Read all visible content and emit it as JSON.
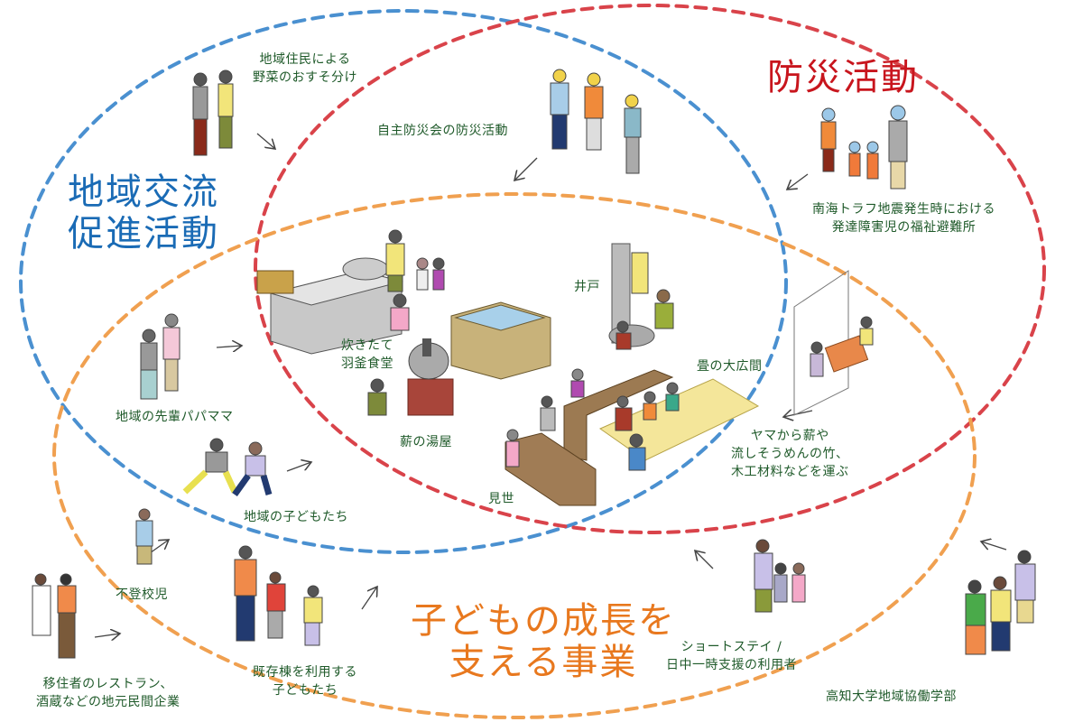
{
  "colors": {
    "community": "#4a90d0",
    "disaster": "#d9434a",
    "children": "#f0a050",
    "label": "#1f5a2a"
  },
  "titles": {
    "community": "地域交流\n促進活動",
    "disaster": "防災活動",
    "children": "子どもの成長を\n支える事業"
  },
  "labels": {
    "vegetables": "地域住民による\n野菜のおすそ分け",
    "self_defense": "自主防災会の防災活動",
    "shelter": "南海トラフ地震発生時における\n発達障害児の福祉避難所",
    "kitchen": "炊きたて\n羽釜食堂",
    "bathhouse": "薪の湯屋",
    "well": "井戸",
    "tatami": "畳の大広間",
    "shop": "見世",
    "parents": "地域の先輩パパママ",
    "local_kids": "地域の子どもたち",
    "truant": "不登校児",
    "restaurants": "移住者のレストラン、\n酒蔵などの地元民間企業",
    "existing_bldg": "既存棟を利用する\n子どもたち",
    "short_stay": "ショートステイ /\n日中一時支援の利用者",
    "university": "高知大学地域協働学部",
    "mountain": "ヤマから薪や\n流しそうめんの竹、\n木工材料などを運ぶ"
  }
}
